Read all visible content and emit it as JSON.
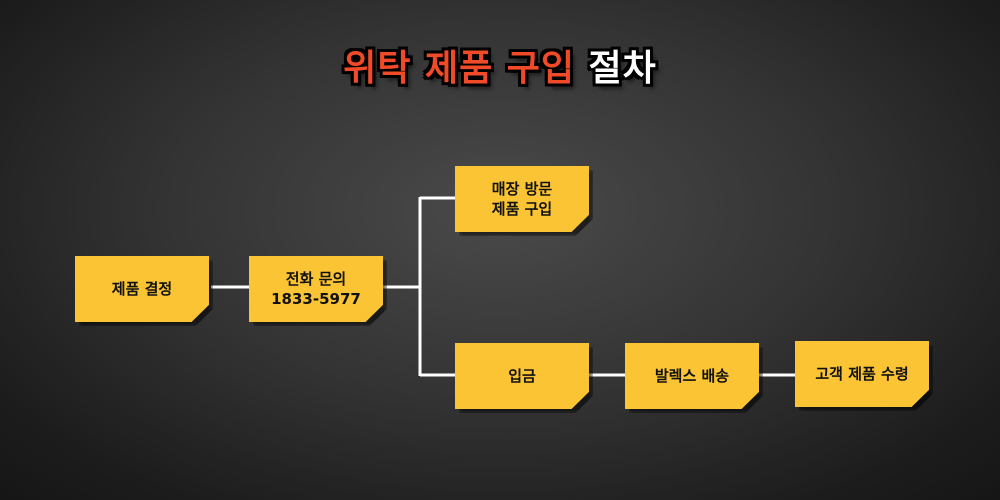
{
  "title": {
    "accent": "위탁 제품 구입",
    "rest": "절차"
  },
  "steps": {
    "decide": "제품 결정",
    "phone_line1": "전화 문의",
    "phone_line2": "1833-5977",
    "visit_line1": "매장 방문",
    "visit_line2": "제품 구입",
    "deposit": "입금",
    "delivery": "발렉스 배송",
    "receive": "고객 제품 수령"
  },
  "colors": {
    "box": "#fac434",
    "title_accent": "#f04a28",
    "title_rest": "#ffffff",
    "connector": "#ffffff"
  }
}
